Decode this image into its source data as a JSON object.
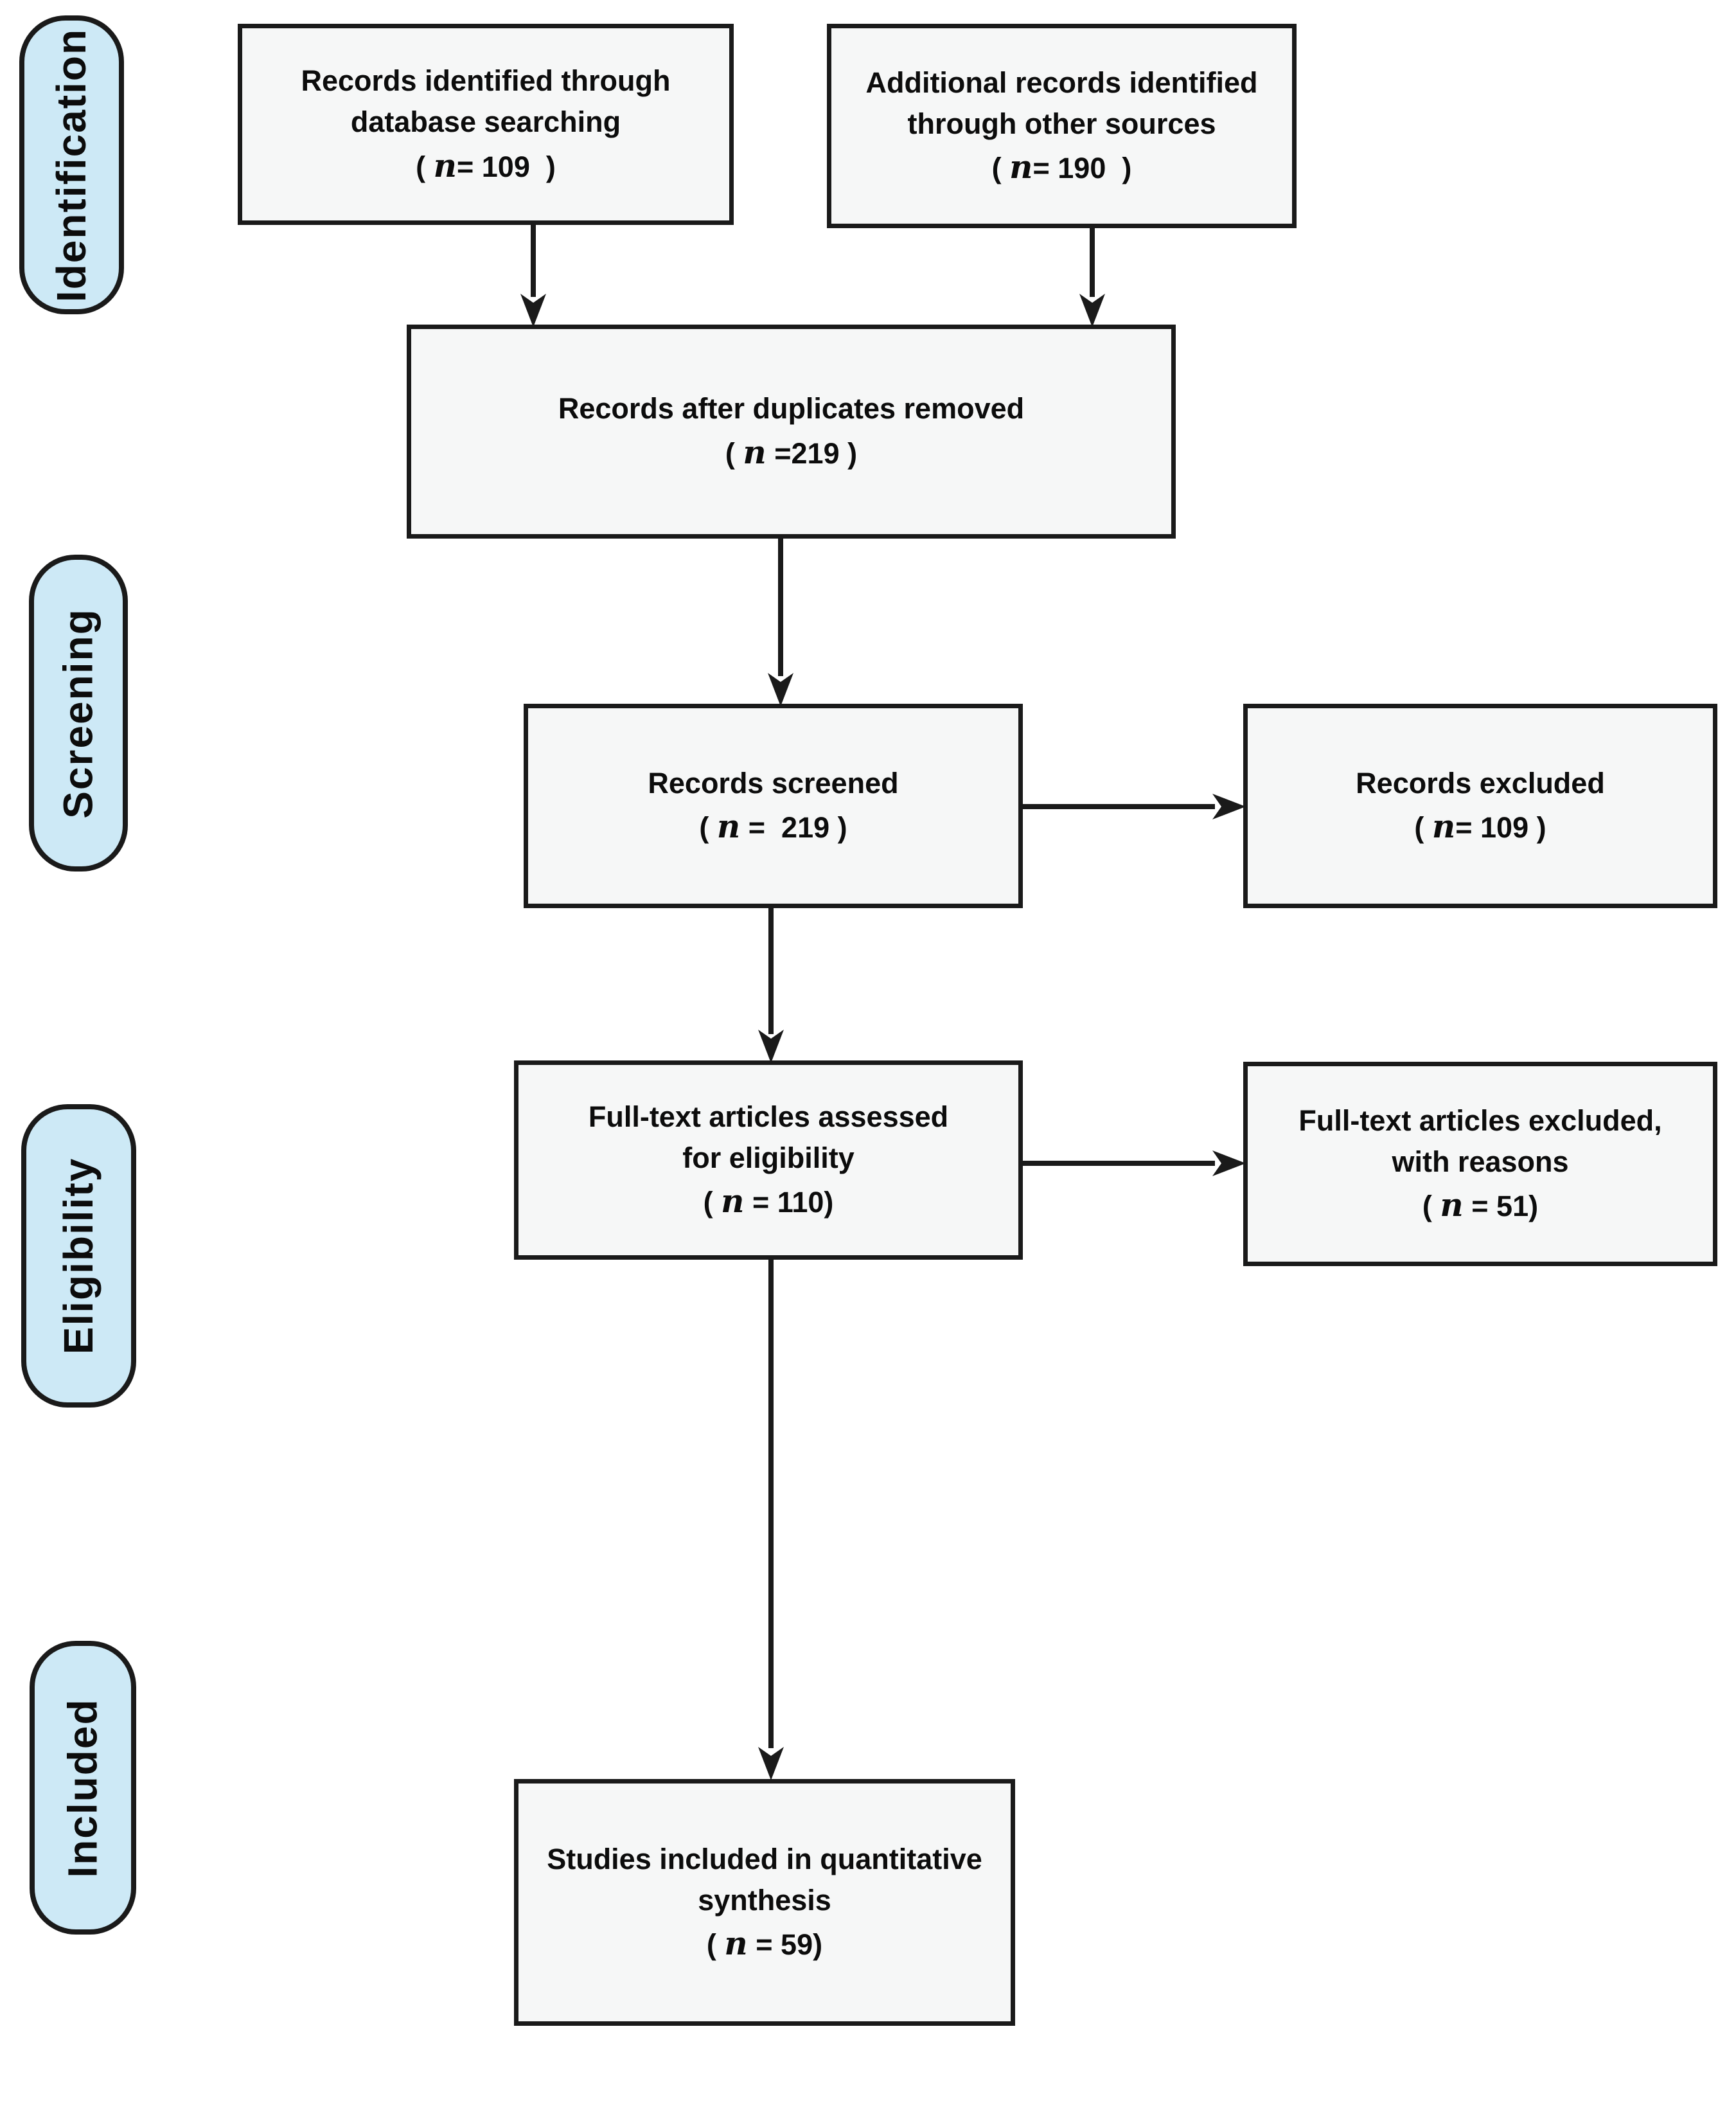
{
  "stages": [
    {
      "label": "Identification"
    },
    {
      "label": "Screening"
    },
    {
      "label": "Eligibility"
    },
    {
      "label": "Included"
    }
  ],
  "boxes": {
    "identified": {
      "text": "Records identified through\ndatabase searching",
      "n_open": "( ",
      "n_var": "n",
      "n_rest": "= 109  )"
    },
    "additional": {
      "text": "Additional records identified\nthrough other sources",
      "n_open": "( ",
      "n_var": "n",
      "n_rest": "= 190  )"
    },
    "deduplicated": {
      "text": "Records after duplicates removed",
      "n_open": "( ",
      "n_var": "n",
      "n_rest": " =219 )"
    },
    "screened": {
      "text": "Records screened",
      "n_open": "( ",
      "n_var": "n",
      "n_rest": " =  219 )"
    },
    "excluded": {
      "text": "Records excluded",
      "n_open": "( ",
      "n_var": "n",
      "n_rest": "= 109 )"
    },
    "fulltext_assessed": {
      "text": "Full-text articles assessed\nfor eligibility",
      "n_open": "( ",
      "n_var": "n",
      "n_rest": " = 110)"
    },
    "fulltext_excluded": {
      "text": "Full-text articles excluded,\nwith reasons",
      "n_open": "( ",
      "n_var": "n",
      "n_rest": " = 51)"
    },
    "included_quantitative": {
      "text": "Studies included in quantitative\nsynthesis",
      "n_open": "( ",
      "n_var": "n",
      "n_rest": " = 59)"
    }
  },
  "colors": {
    "stage_fill": "#cde9f6",
    "box_fill": "#f6f7f7",
    "line": "#1a1a1a"
  }
}
